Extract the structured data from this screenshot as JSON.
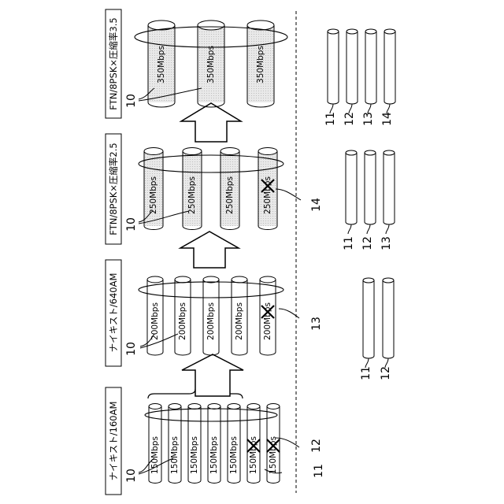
{
  "stages": [
    {
      "title": "ナイキスト/160AM",
      "cable_rate": "150Mbps",
      "cable_count": 7,
      "dropped_cables": [
        5,
        6
      ]
    },
    {
      "title": "ナイキスト/640AM",
      "cable_rate": "200Mbps",
      "cable_count": 5,
      "dropped_cables": [
        4
      ]
    },
    {
      "title": "FTN/8PSK×圧縮率2.5",
      "cable_rate": "250Mbps",
      "cable_count": 4,
      "dropped_cables": [
        3
      ]
    },
    {
      "title": "FTN/8PSK×圧縮率3.5",
      "cable_rate": "350Mbps",
      "cable_count": 3,
      "dropped_cables": []
    }
  ],
  "reference_labels": {
    "bundle": "10",
    "line_11": "11",
    "line_12": "12",
    "line_13": "13",
    "line_14": "14"
  },
  "freed_line_groups": [
    [
      "11",
      "12"
    ],
    [
      "11",
      "12",
      "13"
    ],
    [
      "11",
      "12",
      "13",
      "14"
    ]
  ],
  "colors": {
    "stroke": "#000000",
    "cable_fill": "#e6e6e6",
    "background": "#ffffff"
  }
}
